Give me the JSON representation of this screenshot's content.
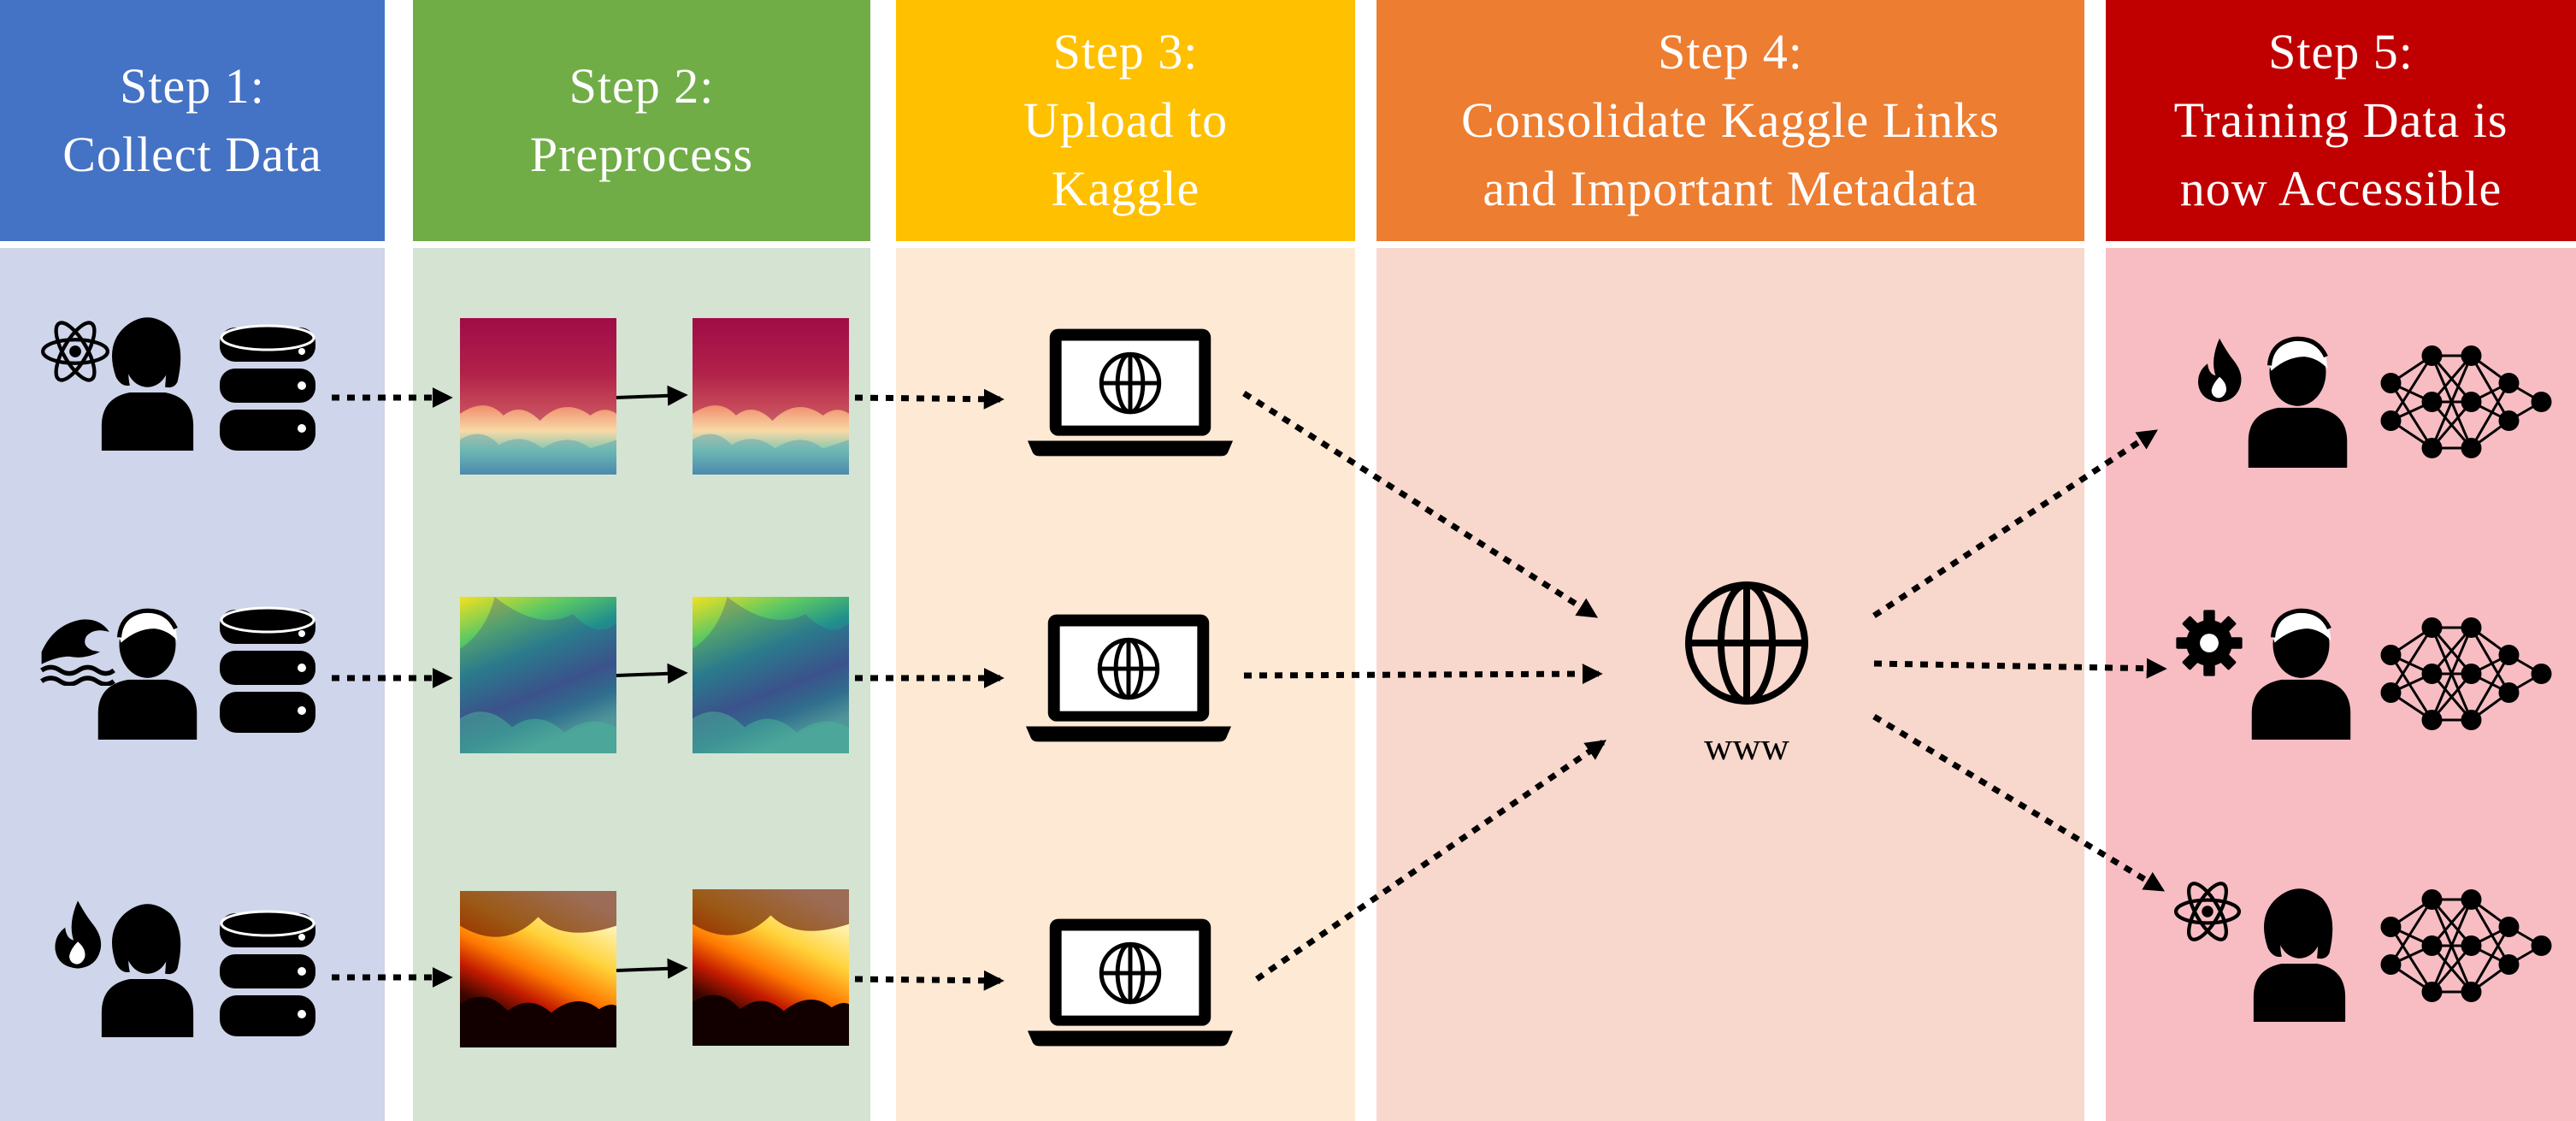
{
  "steps": [
    {
      "lines": [
        "Step 1:",
        "Collect Data"
      ],
      "head_color": "#4472C4",
      "body_color": "#CFD5EA"
    },
    {
      "lines": [
        "Step 2:",
        "Preprocess"
      ],
      "head_color": "#70AD47",
      "body_color": "#D5E3D2"
    },
    {
      "lines": [
        "Step 3:",
        "Upload to",
        "Kaggle"
      ],
      "head_color": "#FFC000",
      "body_color": "#FDE9D4"
    },
    {
      "lines": [
        "Step 4:",
        "Consolidate Kaggle Links",
        "and Important Metadata"
      ],
      "head_color": "#ED7D31",
      "body_color": "#F8D7CC"
    },
    {
      "lines": [
        "Step 5:",
        "Training Data is",
        "now Accessible"
      ],
      "head_color": "#C00000",
      "body_color": "#F7BDC3"
    }
  ],
  "hub_label": "www",
  "rows": [
    {
      "domain_icon": "atom-icon",
      "person": "woman-icon",
      "colormap": "magma-red"
    },
    {
      "domain_icon": "wave-icon",
      "person": "man-icon",
      "colormap": "viridis"
    },
    {
      "domain_icon": "flame-icon",
      "person": "woman-icon",
      "colormap": "hot"
    }
  ],
  "consumers": [
    {
      "domain_icon": "flame-icon",
      "person": "man-icon"
    },
    {
      "domain_icon": "gear-icon",
      "person": "man-icon"
    },
    {
      "domain_icon": "atom-icon",
      "person": "woman-icon"
    }
  ]
}
